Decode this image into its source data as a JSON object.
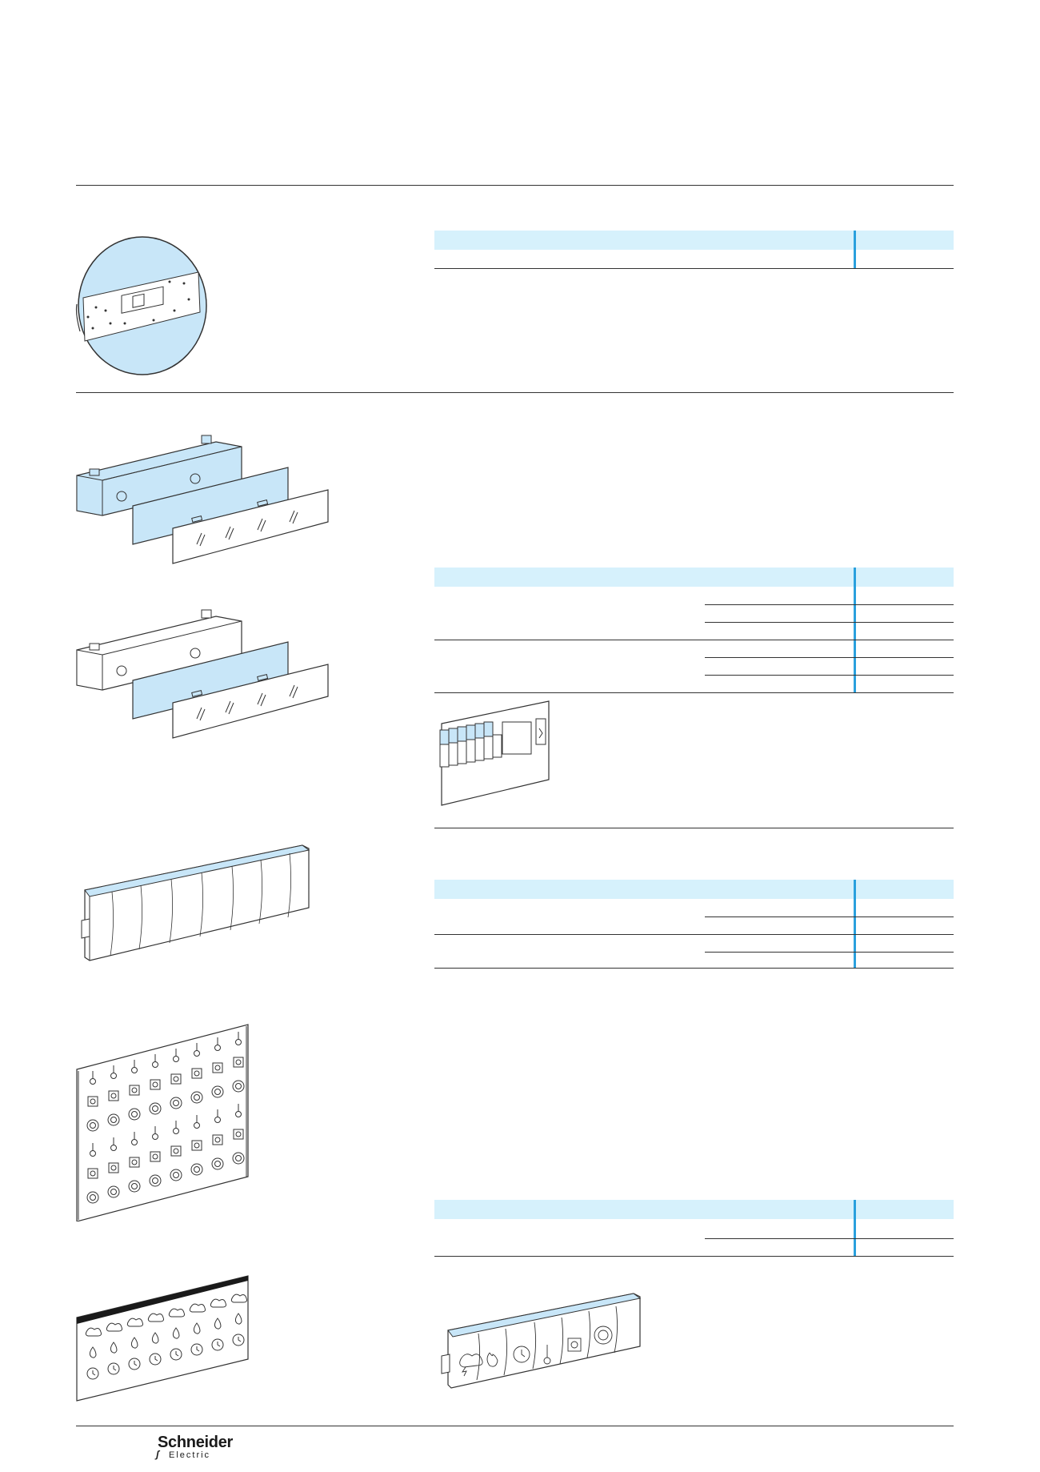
{
  "brand": {
    "name": "Schneider",
    "sub": "Electric",
    "accent": "#2aa0dd",
    "table_header_fill": "#d6f1fc",
    "illustration_fill": "#c8e6f8"
  },
  "illustrations": [
    "round-cover-plate",
    "label-holder-kit-blue",
    "label-holder-kit-white",
    "device-row-with-labels",
    "transparent-label-strip",
    "pictogram-sheet-large",
    "pictogram-sheet-small",
    "pictogram-label-strip"
  ]
}
